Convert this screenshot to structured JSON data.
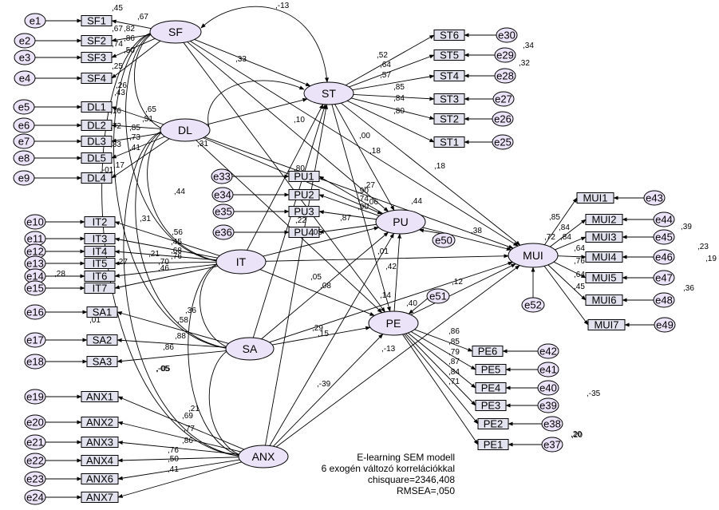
{
  "title_lines": [
    "E-learning SEM modell",
    "6 exogén változó korrelációkkal",
    "chisquare=2346,408",
    "RMSEA=,050"
  ],
  "latents": [
    {
      "id": "SF",
      "label": "SF"
    },
    {
      "id": "DL",
      "label": "DL"
    },
    {
      "id": "IT",
      "label": "IT"
    },
    {
      "id": "SA",
      "label": "SA"
    },
    {
      "id": "ANX",
      "label": "ANX"
    },
    {
      "id": "ST",
      "label": "ST"
    },
    {
      "id": "PU",
      "label": "PU"
    },
    {
      "id": "PE",
      "label": "PE"
    },
    {
      "id": "MUI",
      "label": "MUI"
    }
  ],
  "indicators": [
    {
      "id": "SF1",
      "label": "SF1",
      "latent": "SF",
      "error": "e1"
    },
    {
      "id": "SF2",
      "label": "SF2",
      "latent": "SF",
      "error": "e2"
    },
    {
      "id": "SF3",
      "label": "SF3",
      "latent": "SF",
      "error": "e3"
    },
    {
      "id": "SF4",
      "label": "SF4",
      "latent": "SF",
      "error": "e4"
    },
    {
      "id": "DL1",
      "label": "DL1",
      "latent": "DL",
      "error": "e5"
    },
    {
      "id": "DL2",
      "label": "DL2",
      "latent": "DL",
      "error": "e6"
    },
    {
      "id": "DL3",
      "label": "DL3",
      "latent": "DL",
      "error": "e7"
    },
    {
      "id": "DL5",
      "label": "DL5",
      "latent": "DL",
      "error": "e8"
    },
    {
      "id": "DL4",
      "label": "DL4",
      "latent": "DL",
      "error": "e9"
    },
    {
      "id": "IT2",
      "label": "IT2",
      "latent": "IT",
      "error": "e10"
    },
    {
      "id": "IT3",
      "label": "IT3",
      "latent": "IT",
      "error": "e11"
    },
    {
      "id": "IT4",
      "label": "IT4",
      "latent": "IT",
      "error": "e12"
    },
    {
      "id": "IT5",
      "label": "IT5",
      "latent": "IT",
      "error": "e13"
    },
    {
      "id": "IT6",
      "label": "IT6",
      "latent": "IT",
      "error": "e14"
    },
    {
      "id": "IT7",
      "label": "IT7",
      "latent": "IT",
      "error": "e15"
    },
    {
      "id": "SA1",
      "label": "SA1",
      "latent": "SA",
      "error": "e16"
    },
    {
      "id": "SA2",
      "label": "SA2",
      "latent": "SA",
      "error": "e17"
    },
    {
      "id": "SA3",
      "label": "SA3",
      "latent": "SA",
      "error": "e18"
    },
    {
      "id": "ANX1",
      "label": "ANX1",
      "latent": "ANX",
      "error": "e19"
    },
    {
      "id": "ANX2",
      "label": "ANX2",
      "latent": "ANX",
      "error": "e20"
    },
    {
      "id": "ANX3",
      "label": "ANX3",
      "latent": "ANX",
      "error": "e21"
    },
    {
      "id": "ANX4",
      "label": "ANX4",
      "latent": "ANX",
      "error": "e22"
    },
    {
      "id": "ANX6",
      "label": "ANX6",
      "latent": "ANX",
      "error": "e23"
    },
    {
      "id": "ANX7",
      "label": "ANX7",
      "latent": "ANX",
      "error": "e24"
    },
    {
      "id": "ST6",
      "label": "ST6",
      "latent": "ST",
      "error": "e30"
    },
    {
      "id": "ST5",
      "label": "ST5",
      "latent": "ST",
      "error": "e29"
    },
    {
      "id": "ST4",
      "label": "ST4",
      "latent": "ST",
      "error": "e28"
    },
    {
      "id": "ST3",
      "label": "ST3",
      "latent": "ST",
      "error": "e27"
    },
    {
      "id": "ST2",
      "label": "ST2",
      "latent": "ST",
      "error": "e26"
    },
    {
      "id": "ST1",
      "label": "ST1",
      "latent": "ST",
      "error": "e25"
    },
    {
      "id": "PU1",
      "label": "PU1",
      "latent": "PU",
      "error": "e33"
    },
    {
      "id": "PU2",
      "label": "PU2",
      "latent": "PU",
      "error": "e34"
    },
    {
      "id": "PU3",
      "label": "PU3",
      "latent": "PU",
      "error": "e35"
    },
    {
      "id": "PU4",
      "label": "PU4",
      "latent": "PU",
      "error": "e36"
    },
    {
      "id": "MUI1",
      "label": "MUI1",
      "latent": "MUI",
      "error": "e43"
    },
    {
      "id": "MUI2",
      "label": "MUI2",
      "latent": "MUI",
      "error": "e44"
    },
    {
      "id": "MUI3",
      "label": "MUI3",
      "latent": "MUI",
      "error": "e45"
    },
    {
      "id": "MUI4",
      "label": "MUI4",
      "latent": "MUI",
      "error": "e46"
    },
    {
      "id": "MUI5",
      "label": "MUI5",
      "latent": "MUI",
      "error": "e47"
    },
    {
      "id": "MUI6",
      "label": "MUI6",
      "latent": "MUI",
      "error": "e48"
    },
    {
      "id": "MUI7",
      "label": "MUI7",
      "latent": "MUI",
      "error": "e49"
    },
    {
      "id": "PE6",
      "label": "PE6",
      "latent": "PE",
      "error": "e42"
    },
    {
      "id": "PE5",
      "label": "PE5",
      "latent": "PE",
      "error": "e41"
    },
    {
      "id": "PE4",
      "label": "PE4",
      "latent": "PE",
      "error": "e40"
    },
    {
      "id": "PE3",
      "label": "PE3",
      "latent": "PE",
      "error": "e39"
    },
    {
      "id": "PE2",
      "label": "PE2",
      "latent": "PE",
      "error": "e38"
    },
    {
      "id": "PE1",
      "label": "PE1",
      "latent": "PE",
      "error": "e37"
    }
  ],
  "disturbances": [
    {
      "id": "e50",
      "label": "e50",
      "latent": "PU"
    },
    {
      "id": "e51",
      "label": "e51",
      "latent": "PE"
    },
    {
      "id": "e52",
      "label": "e52",
      "latent": "MUI"
    }
  ],
  "coefficients": [
    ",45",
    ",67",
    ",67",
    ",82",
    ",86",
    ",74",
    ",50",
    ",25",
    ",26",
    ",43",
    ",65",
    ",51",
    ",16",
    ",72",
    ",85",
    ",73",
    ",33",
    ",41",
    ",17",
    ",-01",
    ",31",
    ",44",
    ",56",
    ",45",
    ",68",
    ",76",
    ",21",
    ",70",
    ",46",
    ",27",
    ",28",
    ",31",
    ",36",
    ",58",
    ",88",
    ",86",
    ",01",
    ",-05",
    ",21",
    ",69",
    ",77",
    ",86",
    ",76",
    ",50",
    ",41",
    ",-13",
    ",33",
    ",10",
    ",00",
    ",18",
    ",18",
    ",52",
    ",64",
    ",57",
    ",85",
    ",84",
    ",80",
    ",34",
    ",32",
    ",20",
    ",90",
    ",74",
    ",90",
    ",22",
    ",87",
    ",05",
    ",27",
    ",06",
    ",80",
    ",44",
    ",38",
    ",01",
    ",42",
    ",05",
    ",08",
    ",29",
    ",15",
    ",14",
    ",40",
    ",12",
    ",-13",
    ",-39",
    ",85",
    ",84",
    ",72",
    ",84",
    ",64",
    ",76",
    ",64",
    ",45",
    ",39",
    ",23",
    ",19",
    ",36",
    ",86",
    ",85",
    ",79",
    ",87",
    ",84",
    ",71",
    ",-35",
    ",20",
    ",-05"
  ]
}
